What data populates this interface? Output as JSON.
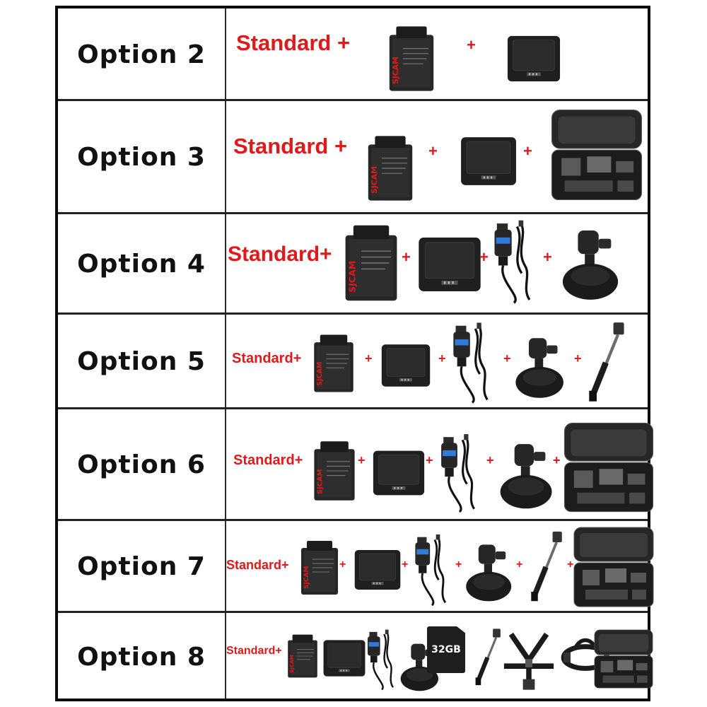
{
  "rows": [
    {
      "option": "Option 2",
      "standard": "Standard +"
    },
    {
      "option": "Option 3",
      "standard": "Standard +"
    },
    {
      "option": "Option 4",
      "standard": "Standard+"
    },
    {
      "option": "Option 5",
      "standard": "Standard+"
    },
    {
      "option": "Option 6",
      "standard": "Standard+"
    },
    {
      "option": "Option 7",
      "standard": "Standard+"
    },
    {
      "option": "Option 8",
      "standard": "Standard+"
    }
  ],
  "plus_sign": "+",
  "sd_card_label": "32GB",
  "colors": {
    "accent": "#e0191b",
    "border": "#0a0a0a",
    "product": "#1e1e1e"
  }
}
